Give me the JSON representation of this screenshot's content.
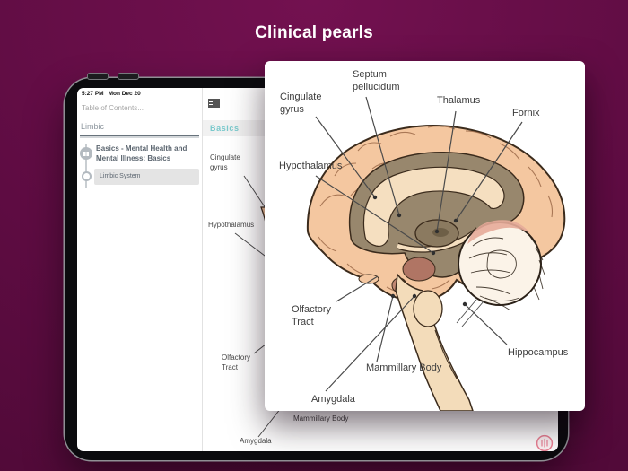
{
  "page": {
    "title": "Clinical pearls"
  },
  "colors": {
    "background": "#5e0c42",
    "accent_teal": "#79c9cc",
    "selected_row": "#e4e4e4",
    "logo_pink": "#ec8396",
    "brain_cortex": "#f4c7a0",
    "brain_limbic": "#98876d"
  },
  "tablet": {
    "status": {
      "time": "5:27 PM",
      "date": "Mon Dec 20"
    },
    "toc": {
      "search_placeholder": "Table of Contents...",
      "icons": {
        "search": "circled-search",
        "filter": "filter-sliders",
        "close_glyph": "✕"
      },
      "section_heading": "Limbic",
      "items": [
        {
          "label": "Basics - Mental Health and Mental Illness: Basics",
          "selected": false
        },
        {
          "label": "Limbic System",
          "selected": true
        }
      ]
    },
    "content": {
      "tab": "Basics",
      "diagram_labels": {
        "cingulate": "Cingulate\ngyrus",
        "hypothalamus": "Hypothalamus",
        "olfactory": "Olfactory\nTract",
        "mammillary": "Mammillary Body",
        "amygdala": "Amygdala"
      }
    }
  },
  "card": {
    "labels": {
      "septum": "Septum\npellucidum",
      "cingulate": "Cingulate\ngyrus",
      "thalamus": "Thalamus",
      "fornix": "Fornix",
      "hypothalamus": "Hypothalamus",
      "olfactory": "Olfactory\nTract",
      "mammillary": "Mammillary Body",
      "amygdala": "Amygdala",
      "hippocampus": "Hippocampus"
    }
  }
}
